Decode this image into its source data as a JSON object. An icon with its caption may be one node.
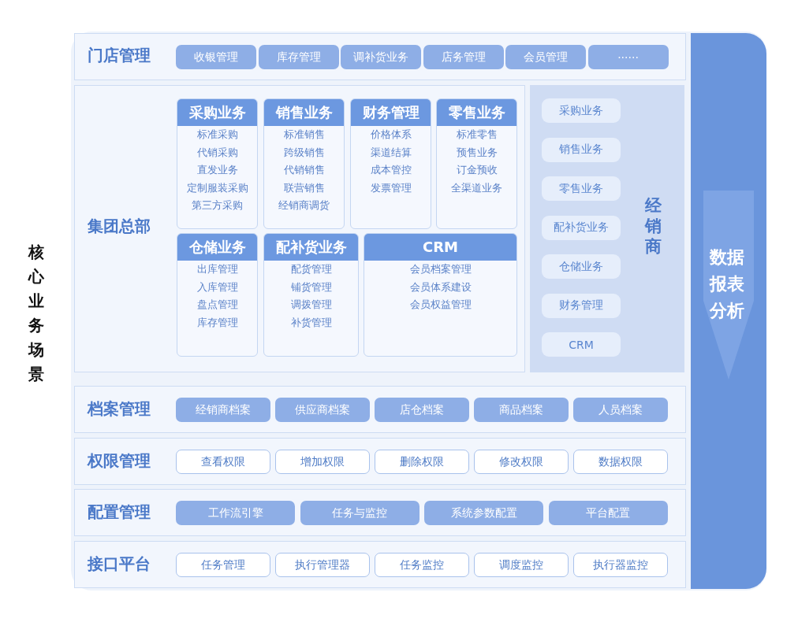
{
  "diagram": {
    "nodes": [
      {
        "text": [
          "门店管理"
        ]
      },
      {
        "text": [
          "收银管理"
        ],
        "in": 0
      },
      {
        "text": [
          "库存管理"
        ],
        "in": 0
      },
      {
        "text": [
          "调补货业务"
        ],
        "in": 0
      },
      {
        "text": [
          "店务管理"
        ],
        "in": 0
      },
      {
        "text": [
          "会员管理"
        ],
        "in": 0
      },
      {
        "text": [
          "······"
        ],
        "in": 0
      },
      {
        "text": [
          "集团总部"
        ]
      },
      {
        "text": [
          "采购业务",
          "标准采购",
          "代销采购",
          "直发业务",
          "定制服装采购",
          "第三方采购"
        ],
        "in": 7
      },
      {
        "text": [
          "销售业务",
          "标准销售",
          "跨级销售",
          "代销销售",
          "联营销售",
          "经销商调货"
        ],
        "in": 7
      },
      {
        "text": [
          "财务管理",
          "价格体系",
          "渠道结算",
          "成本管控",
          "发票管理"
        ],
        "in": 7
      },
      {
        "text": [
          "零售业务",
          "标准零售",
          "预售业务",
          "订金预收",
          "全渠道业务"
        ],
        "in": 7
      },
      {
        "text": [
          "仓储业务",
          "出库管理",
          "入库管理",
          "盘点管理",
          "库存管理"
        ],
        "in": 7
      },
      {
        "text": [
          "配补货业务",
          "配货管理",
          "铺货管理",
          "调拨管理",
          "补货管理"
        ],
        "in": 7
      },
      {
        "text": [
          "CRM",
          "会员档案管理",
          "会员体系建设",
          "会员权益管理"
        ],
        "in": 7
      },
      {
        "text": [
          "经销商"
        ]
      },
      {
        "text": [
          "采购业务"
        ],
        "in": 15
      },
      {
        "text": [
          "销售业务"
        ],
        "in": 15
      },
      {
        "text": [
          "零售业务"
        ],
        "in": 15
      },
      {
        "text": [
          "配补货业务"
        ],
        "in": 15
      },
      {
        "text": [
          "仓储业务"
        ],
        "in": 15
      },
      {
        "text": [
          "财务管理"
        ],
        "in": 15
      },
      {
        "text": [
          "CRM"
        ],
        "in": 15
      },
      {
        "text": [
          "档案管理"
        ]
      },
      {
        "text": [
          "经销商档案"
        ],
        "in": 23
      },
      {
        "text": [
          "供应商档案"
        ],
        "in": 23
      },
      {
        "text": [
          "店仓档案"
        ],
        "in": 23
      },
      {
        "text": [
          "商品档案"
        ],
        "in": 23
      },
      {
        "text": [
          "人员档案"
        ],
        "in": 23
      },
      {
        "text": [
          "权限管理"
        ]
      },
      {
        "text": [
          "查看权限"
        ],
        "in": 29
      },
      {
        "text": [
          "增加权限"
        ],
        "in": 29
      },
      {
        "text": [
          "删除权限"
        ],
        "in": 29
      },
      {
        "text": [
          "修改权限"
        ],
        "in": 29
      },
      {
        "text": [
          "数据权限"
        ],
        "in": 29
      },
      {
        "text": [
          "配置管理"
        ]
      },
      {
        "text": [
          "工作流引擎"
        ],
        "in": 35
      },
      {
        "text": [
          "任务与监控"
        ],
        "in": 35
      },
      {
        "text": [
          "系统参数配置"
        ],
        "in": 35
      },
      {
        "text": [
          "平台配置"
        ],
        "in": 35
      },
      {
        "text": [
          "接口平台"
        ]
      },
      {
        "text": [
          "任务管理"
        ],
        "in": 40
      },
      {
        "text": [
          "执行管理器"
        ],
        "in": 40
      },
      {
        "text": [
          "任务监控"
        ],
        "in": 40
      },
      {
        "text": [
          "调度监控"
        ],
        "in": 40
      },
      {
        "text": [
          "执行器监控"
        ],
        "in": 40
      },
      {
        "text": [
          "数据报表分析"
        ]
      }
    ],
    "labels": [
      "核心业务场景"
    ]
  }
}
